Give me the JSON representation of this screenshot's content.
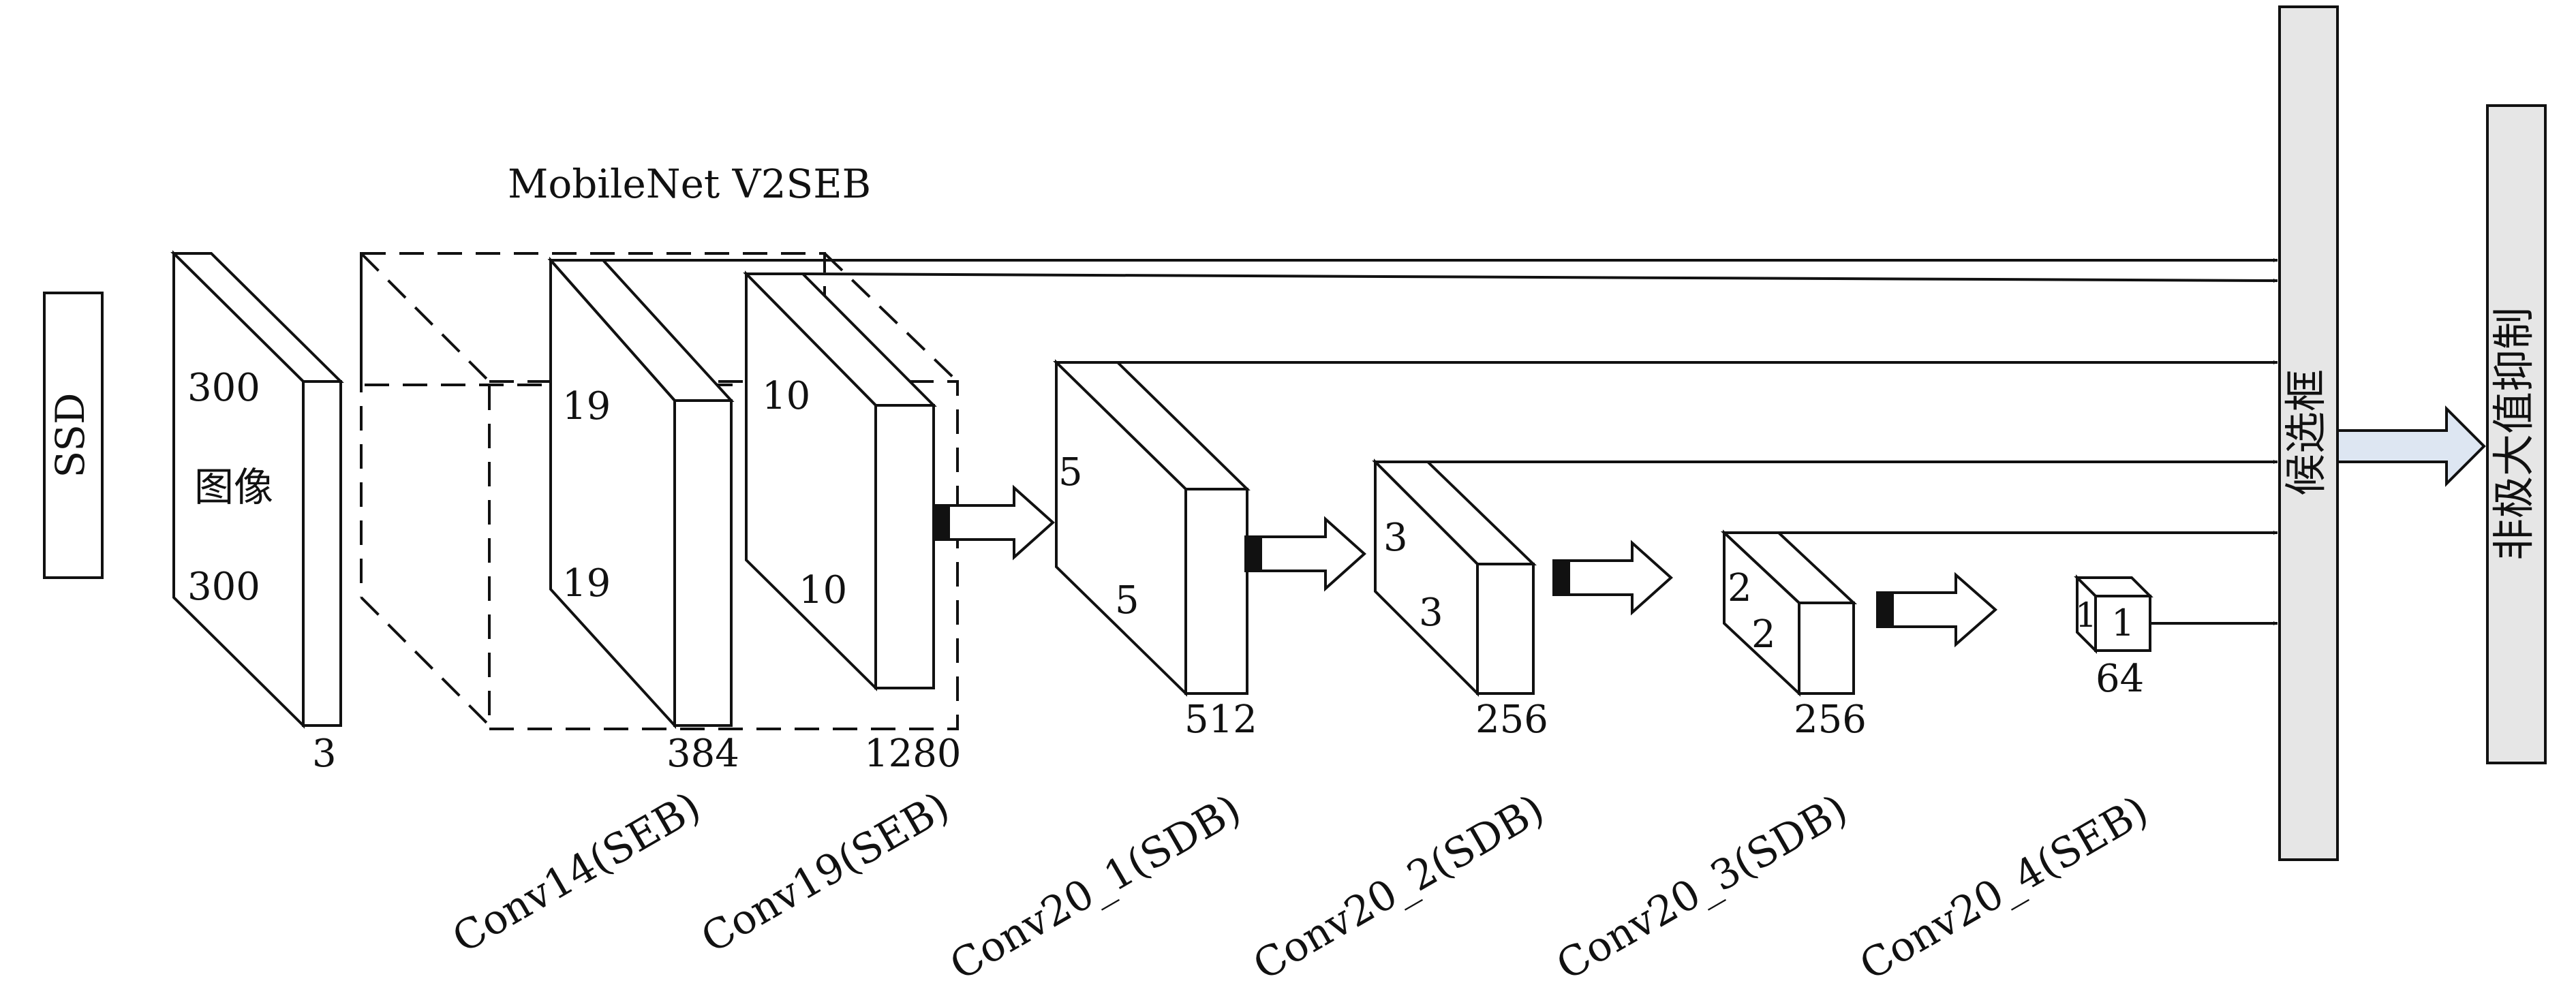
{
  "ssd_label": "SSD",
  "backbone_label": "MobileNet V2SEB",
  "input": {
    "name": "图像",
    "height": "300",
    "width": "300",
    "channels": "3"
  },
  "blocks": [
    {
      "name": "Conv14(SEB)",
      "h": "19",
      "w": "19",
      "channels": "384"
    },
    {
      "name": "Conv19(SEB)",
      "h": "10",
      "w": "10",
      "channels": "1280"
    },
    {
      "name": "Conv20_1(SDB)",
      "h": "5",
      "w": "5",
      "channels": "512"
    },
    {
      "name": "Conv20_2(SDB)",
      "h": "3",
      "w": "3",
      "channels": "256"
    },
    {
      "name": "Conv20_3(SDB)",
      "h": "2",
      "w": "2",
      "channels": "256"
    },
    {
      "name": "Conv20_4(SEB)",
      "h": "1",
      "w": "1",
      "channels": "64"
    }
  ],
  "candidate_box_label": "候选框",
  "nms_label": "非极大值抑制",
  "colors": {
    "stroke": "#111111",
    "panel_fill": "#e6e6e6",
    "arrow_fill": "#dde6f2"
  }
}
